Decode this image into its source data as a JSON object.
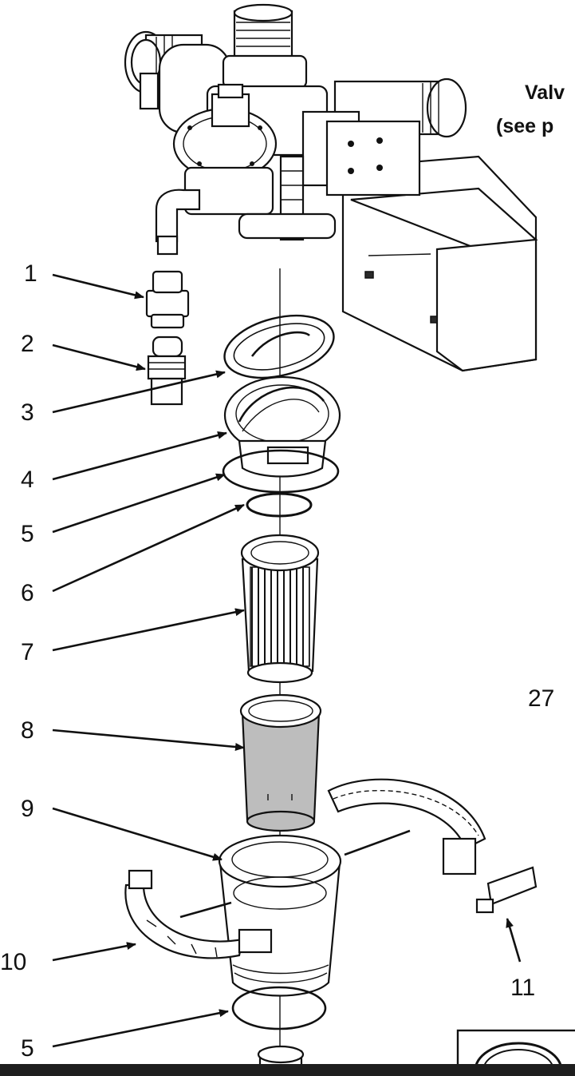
{
  "diagram": {
    "valve_note_lines": [
      "Valv",
      "(see p"
    ],
    "callouts": [
      "1",
      "2",
      "3",
      "4",
      "5",
      "6",
      "7",
      "8",
      "9",
      "10",
      "5",
      "27",
      "11"
    ]
  },
  "colors": {
    "ink": "#111111",
    "paper": "#ffffff",
    "screen_fill": "#bdbdbd",
    "bottom_bar": "#1e1e1e"
  }
}
